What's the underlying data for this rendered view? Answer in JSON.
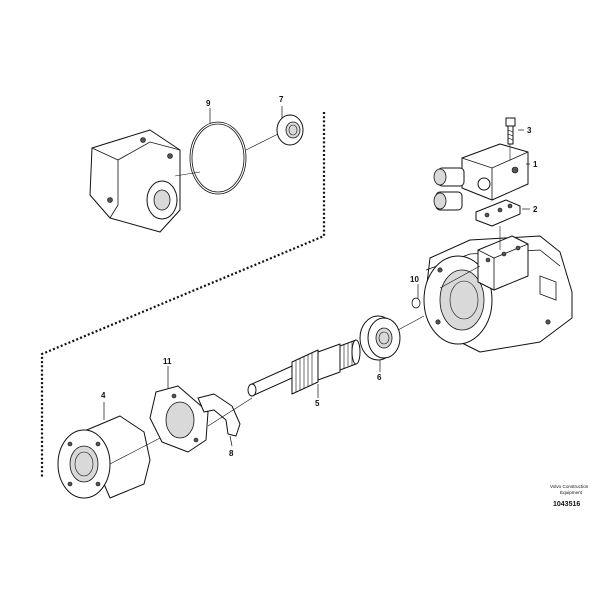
{
  "callouts": {
    "c1": "1",
    "c2": "2",
    "c3": "3",
    "c4": "4",
    "c5": "5",
    "c6": "6",
    "c7": "7",
    "c8": "8",
    "c9": "9",
    "c10": "10",
    "c11": "11"
  },
  "footer": {
    "company_line1": "Volvo Construction",
    "company_line2": "Equipment",
    "drawing_number": "1043516"
  }
}
